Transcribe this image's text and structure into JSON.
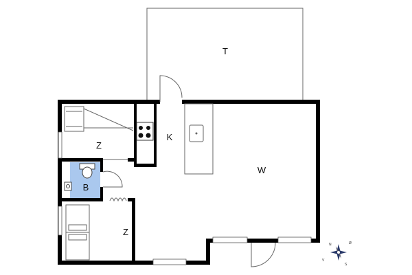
{
  "rooms": {
    "terrace": "T",
    "kitchen": "K",
    "living": "W",
    "bedroom_upper": "Z",
    "bedroom_lower": "Z",
    "bathroom": "B"
  },
  "compass": {
    "north": "N",
    "east": "Ø",
    "south": "S",
    "west": "V"
  },
  "colors": {
    "wall": "#000000",
    "bathroom_fill": "#aac8ee",
    "line": "#666666"
  }
}
